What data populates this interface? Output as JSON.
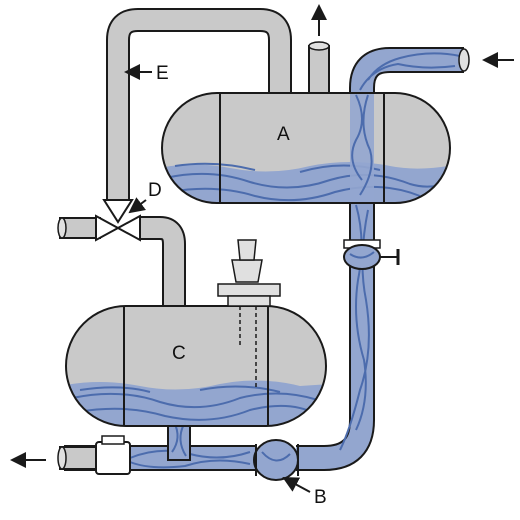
{
  "labels": {
    "tank_a": "A",
    "check_valve_b": "B",
    "tank_c": "C",
    "valve_d": "D",
    "pipe_e": "E"
  },
  "colors": {
    "steel": "#c9c9c9",
    "steel_dark": "#9f9f9f",
    "liquid": "#93a6cf",
    "flow_line": "#4c6cad",
    "outline": "#1a1a1a"
  },
  "icons": {
    "outlet_arrow": "arrow-left",
    "inlet_arrow": "arrow-left",
    "vent_arrow": "arrow-up",
    "label_pointer": "arrow"
  }
}
